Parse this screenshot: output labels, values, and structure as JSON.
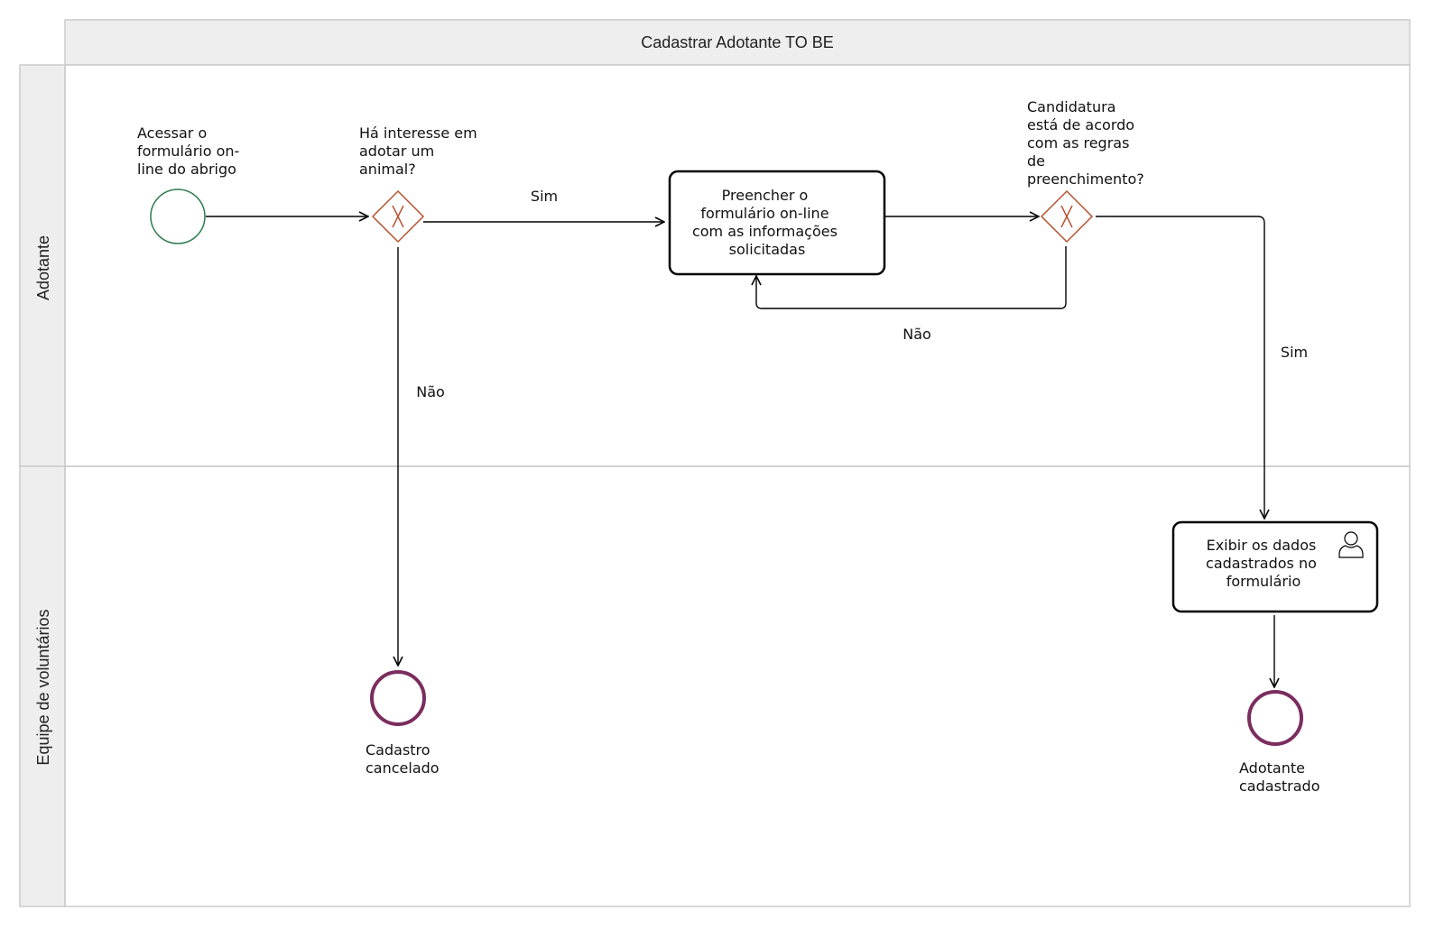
{
  "pool": {
    "title": "Cadastrar Adotante TO BE"
  },
  "lanes": {
    "adotante": "Adotante",
    "equipe": "Equipe de voluntários"
  },
  "start_event": {
    "label": [
      "Acessar o",
      "formulário on-",
      "line do abrigo"
    ]
  },
  "gateway_interest": {
    "label": [
      "Há interesse em",
      "adotar um",
      "animal?"
    ]
  },
  "task_fill": {
    "label": [
      "Preencher o",
      "formulário on-line",
      "com as informações",
      "solicitadas"
    ]
  },
  "gateway_rules": {
    "label": [
      "Candidatura",
      "está de acordo",
      "com as regras",
      "de",
      "preenchimento?"
    ]
  },
  "task_show": {
    "label": [
      "Exibir os dados",
      "cadastrados no",
      "formulário"
    ],
    "icon": "user-icon"
  },
  "end_cancel": {
    "label": [
      "Cadastro",
      "cancelado"
    ]
  },
  "end_done": {
    "label": [
      "Adotante",
      "cadastrado"
    ]
  },
  "flows": {
    "interest_yes": "Sim",
    "interest_no": "Não",
    "rules_no": "Não",
    "rules_yes": "Sim"
  },
  "colors": {
    "start": "#2e7d4f",
    "gateway": "#b5532f",
    "end": "#7b2d5f",
    "lane_bg": "#eeeeee",
    "border": "#cccccc"
  }
}
